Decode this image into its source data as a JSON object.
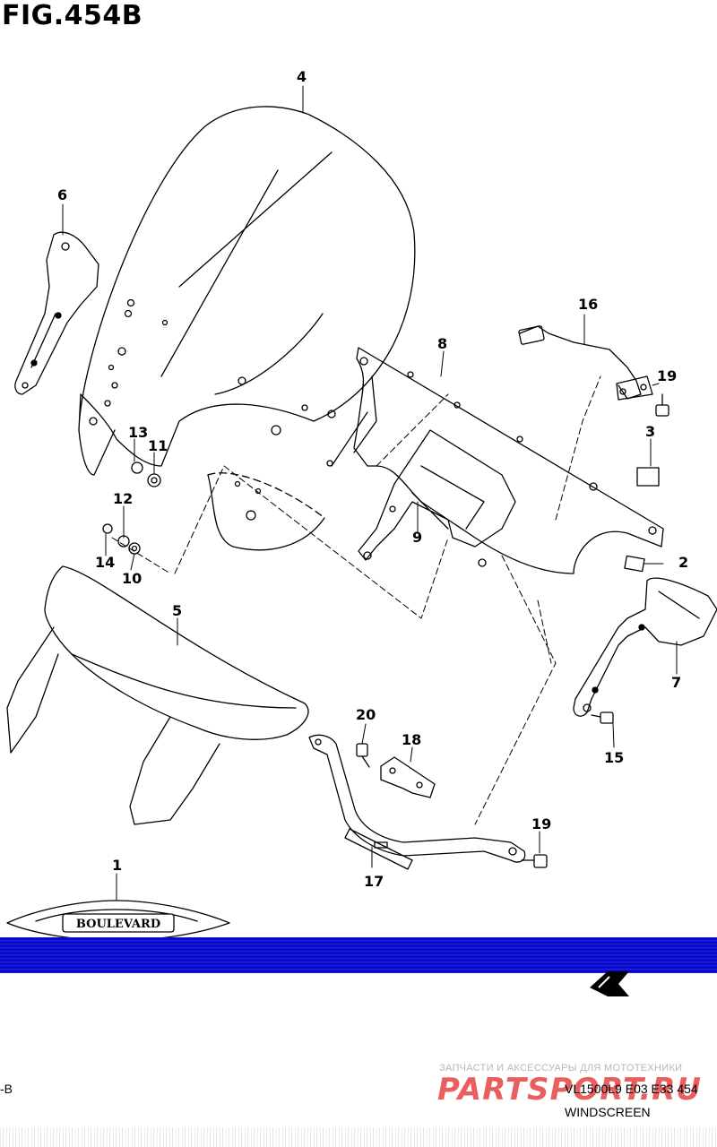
{
  "figure": {
    "title": "FIG.454B",
    "caption": "WINDSCREEN",
    "model_code": "VL1500L9  E03  E33  454",
    "page_ref_fragment": "-B"
  },
  "watermark": {
    "subtitle": "ЗАПЧАСТИ И АКСЕССУАРЫ ДЛЯ МОТОТЕХНИКИ",
    "logo_text": "PARTSPORT.RU"
  },
  "emblem": {
    "text": "BOULEVARD"
  },
  "colors": {
    "band": "#0000c8",
    "line": "#000000",
    "watermark": "#e02828"
  },
  "callouts": [
    {
      "id": "1",
      "part": "emblem"
    },
    {
      "id": "2",
      "part": "cushion"
    },
    {
      "id": "3",
      "part": "cushion"
    },
    {
      "id": "4",
      "part": "windscreen"
    },
    {
      "id": "5",
      "part": "lower cover"
    },
    {
      "id": "6",
      "part": "left bracket"
    },
    {
      "id": "7",
      "part": "right bracket"
    },
    {
      "id": "8",
      "part": "upper bracket"
    },
    {
      "id": "9",
      "part": "center bracket"
    },
    {
      "id": "10",
      "part": "washer"
    },
    {
      "id": "11",
      "part": "grommet"
    },
    {
      "id": "12",
      "part": "washer"
    },
    {
      "id": "13",
      "part": "screw"
    },
    {
      "id": "14",
      "part": "screw"
    },
    {
      "id": "15",
      "part": "bolt"
    },
    {
      "id": "16",
      "part": "right stay"
    },
    {
      "id": "17",
      "part": "lower stay"
    },
    {
      "id": "18",
      "part": "clamp"
    },
    {
      "id": "19",
      "part": "bolt"
    },
    {
      "id": "19",
      "part": "bolt"
    },
    {
      "id": "20",
      "part": "bolt"
    }
  ]
}
